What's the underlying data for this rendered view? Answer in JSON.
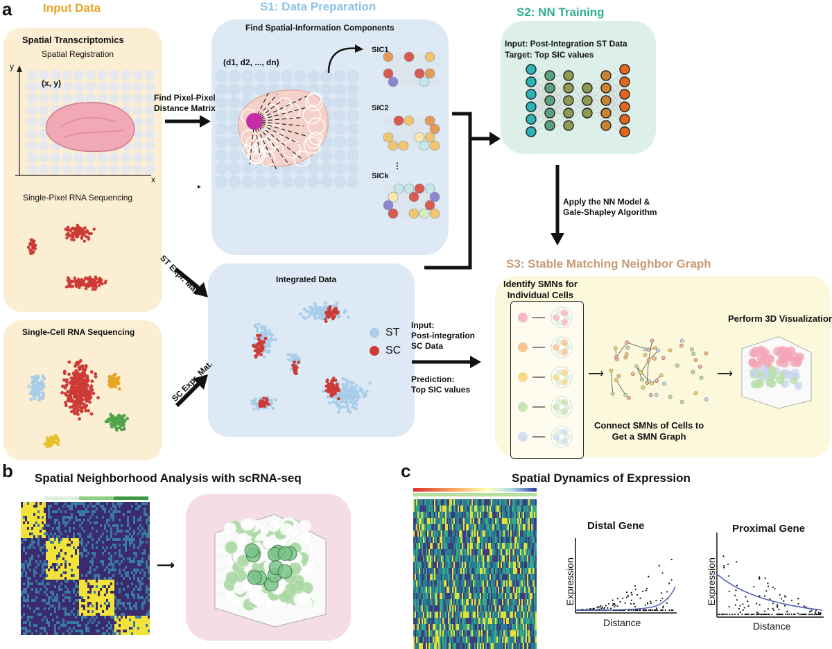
{
  "panels": {
    "a": "a",
    "b": "b",
    "c": "c"
  },
  "input_data": {
    "title": "Input Data",
    "spatial_title": "Spatial Transcriptomics",
    "spatial_sub": "Spatial Registration",
    "axis_y": "y",
    "axis_x": "x",
    "coord": "(x, y)",
    "single_pixel": "Single-Pixel RNA Sequencing",
    "single_cell": "Single-Cell RNA Sequencing"
  },
  "s1": {
    "title": "S1: Data Preparation",
    "find_sic": "Find Spatial-Information Components",
    "dist_vec": "(d1, d2, ..., dn)",
    "sic1": "SIC1",
    "sic2": "SIC2",
    "sick": "SICk",
    "vdots": "⋮",
    "find_pixel": "Find Pixel-Pixel\nDistance Matrix",
    "st_expr": "ST Expr. Mat.",
    "sc_expr": "SC Expr. Mat.",
    "integrated": "Integrated Data",
    "legend_st": "ST",
    "legend_sc": "SC"
  },
  "s2": {
    "title": "S2: NN Training",
    "input": "Input: Post-Integration ST Data",
    "target": "Target: Top SIC values",
    "apply": "Apply the NN Model &\nGale-Shapley Algorithm"
  },
  "middle": {
    "input": "Input:\nPost-integration\nSC Data",
    "prediction": "Prediction:\nTop SIC values"
  },
  "s3": {
    "title": "S3: Stable Matching Neighbor Graph",
    "identify": "Identify SMNs for\nIndividual Cells",
    "visualize": "Perform 3D Visualization",
    "connect": "Connect SMNs of Cells to\nGet a SMN Graph"
  },
  "b": {
    "title": "Spatial Neighborhood Analysis with scRNA-seq"
  },
  "c": {
    "title": "Spatial Dynamics of Expression",
    "distal": "Distal Gene",
    "proximal": "Proximal Gene",
    "ylabel": "Expression",
    "xlabel": "Distance"
  },
  "colors": {
    "input_bg": "#fbeed3",
    "s1_bg": "#ddeaf5",
    "s2_bg": "#dcefe9",
    "s3_bg": "#fbf8dc",
    "b_bg": "#f5dde8",
    "orange": "#e8a424",
    "blue_title": "#8cc3e6",
    "teal": "#2fae8e",
    "tan": "#c79b73",
    "st": "#a7cde9",
    "sc": "#cd3b36",
    "nn_teal": "#2bb3b8",
    "nn_green": "#5aa17d",
    "nn_olive": "#8e9a54",
    "nn_brown": "#c9842f",
    "nn_orange": "#e2661d"
  }
}
